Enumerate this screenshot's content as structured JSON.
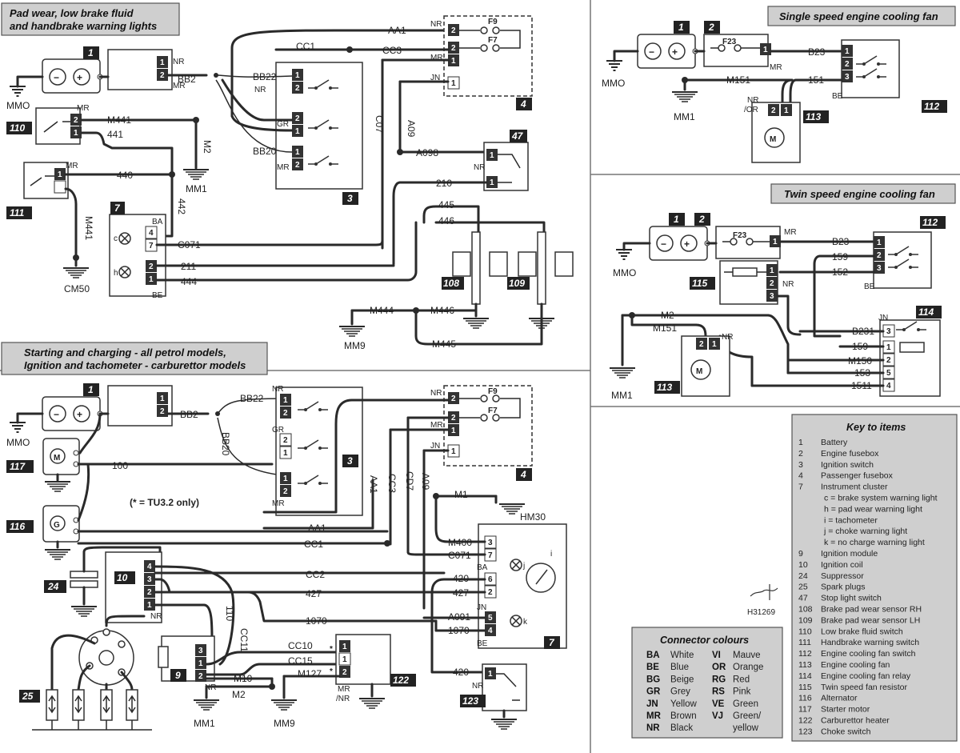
{
  "sections": {
    "pad_wear": [
      "Pad wear, low brake fluid",
      "and handbrake warning lights"
    ],
    "starting": [
      "Starting and charging - all petrol models,",
      "Ignition and tachometer - carburettor models"
    ],
    "single_fan": "Single speed engine cooling fan",
    "twin_fan": "Twin speed engine cooling fan"
  },
  "badges": {
    "b1": "1",
    "b2": "2",
    "b3": "3",
    "b4": "4",
    "b7": "7",
    "b9": "9",
    "b10": "10",
    "b24": "24",
    "b25": "25",
    "b47": "47",
    "b108": "108",
    "b109": "109",
    "b110": "110",
    "b111": "111",
    "b112": "112",
    "b113": "113",
    "b114": "114",
    "b115": "115",
    "b116": "116",
    "b117": "117",
    "b122": "122",
    "b123": "123"
  },
  "grounds": {
    "mmo": "MMO",
    "mm1": "MM1",
    "mm9": "MM9",
    "cm50": "CM50",
    "hm30": "HM30"
  },
  "wires": {
    "bb2": "BB2",
    "bb22": "BB22",
    "bb20": "BB20",
    "cc1": "CC1",
    "cc3": "CC3",
    "aa1": "AA1",
    "c07": "C07",
    "a09": "A09",
    "a098": "A098",
    "w210": "210",
    "w445": "445",
    "w446": "446",
    "m441": "M441",
    "w441": "441",
    "m2": "M2",
    "w440": "440",
    "w442": "442",
    "c071": "C071",
    "w211": "211",
    "w444": "444",
    "m444": "M444",
    "m446": "M446",
    "m445": "M445",
    "w100": "100",
    "tu32": "(* = TU3.2 only)",
    "cd7": "CD7",
    "m1": "M1",
    "m400": "M400",
    "w420": "420",
    "w427": "427",
    "a091": "A091",
    "w1070": "1070",
    "cc2": "CC2",
    "w110": "110",
    "cc11": "CC11",
    "cc10": "CC10",
    "cc15": "CC15",
    "m10": "M10",
    "m127": "M127",
    "b23": "B23",
    "m151": "M151",
    "w151": "151",
    "w159": "159",
    "w152": "152",
    "b231": "B231",
    "m150": "M150",
    "w153": "153",
    "w1511": "1511",
    "f23": "F23",
    "f9": "F9",
    "f7": "F7"
  },
  "colors": {
    "nr": "NR",
    "mr": "MR",
    "gr": "GR",
    "jn": "JN",
    "ba": "BA",
    "be": "BE",
    "nror": "NR /OR",
    "mrnr": "MR /NR"
  },
  "letters": {
    "c": "c",
    "h": "h",
    "i": "i",
    "j": "j",
    "k": "k"
  },
  "pins": {
    "p1": "1",
    "p2": "2",
    "p3": "3",
    "p4": "4",
    "p5": "5",
    "p6": "6",
    "p7": "7",
    "star": "*"
  },
  "signature": "H31269",
  "key": {
    "title": "Key to items",
    "items": [
      {
        "num": "1",
        "text": "Battery"
      },
      {
        "num": "2",
        "text": "Engine fusebox"
      },
      {
        "num": "3",
        "text": "Ignition switch"
      },
      {
        "num": "4",
        "text": "Passenger fusebox"
      },
      {
        "num": "7",
        "text": "Instrument cluster"
      },
      {
        "num": "",
        "text": "c = brake system warning light"
      },
      {
        "num": "",
        "text": "h = pad wear warning light"
      },
      {
        "num": "",
        "text": "i = tachometer"
      },
      {
        "num": "",
        "text": "j = choke warning light"
      },
      {
        "num": "",
        "text": "k = no charge warning light"
      },
      {
        "num": "9",
        "text": "Ignition module"
      },
      {
        "num": "10",
        "text": "Ignition coil"
      },
      {
        "num": "24",
        "text": "Suppressor"
      },
      {
        "num": "25",
        "text": "Spark plugs"
      },
      {
        "num": "47",
        "text": "Stop light switch"
      },
      {
        "num": "108",
        "text": "Brake pad wear sensor RH"
      },
      {
        "num": "109",
        "text": "Brake pad wear sensor LH"
      },
      {
        "num": "110",
        "text": "Low brake fluid switch"
      },
      {
        "num": "111",
        "text": "Handbrake warning switch"
      },
      {
        "num": "112",
        "text": "Engine cooling fan switch"
      },
      {
        "num": "113",
        "text": "Engine cooling fan"
      },
      {
        "num": "114",
        "text": "Engine cooling fan relay"
      },
      {
        "num": "115",
        "text": "Twin speed fan resistor"
      },
      {
        "num": "116",
        "text": "Alternator"
      },
      {
        "num": "117",
        "text": "Starter motor"
      },
      {
        "num": "122",
        "text": "Carburettor heater"
      },
      {
        "num": "123",
        "text": "Choke switch"
      }
    ]
  },
  "connector_colours": {
    "title": "Connector colours",
    "left": [
      {
        "code": "BA",
        "name": "White"
      },
      {
        "code": "BE",
        "name": "Blue"
      },
      {
        "code": "BG",
        "name": "Beige"
      },
      {
        "code": "GR",
        "name": "Grey"
      },
      {
        "code": "JN",
        "name": "Yellow"
      },
      {
        "code": "MR",
        "name": "Brown"
      },
      {
        "code": "NR",
        "name": "Black"
      }
    ],
    "right": [
      {
        "code": "VI",
        "name": "Mauve"
      },
      {
        "code": "OR",
        "name": "Orange"
      },
      {
        "code": "RG",
        "name": "Red"
      },
      {
        "code": "RS",
        "name": "Pink"
      },
      {
        "code": "VE",
        "name": "Green"
      },
      {
        "code": "VJ",
        "name": "Green/"
      },
      {
        "code": "",
        "name": "yellow"
      }
    ]
  }
}
